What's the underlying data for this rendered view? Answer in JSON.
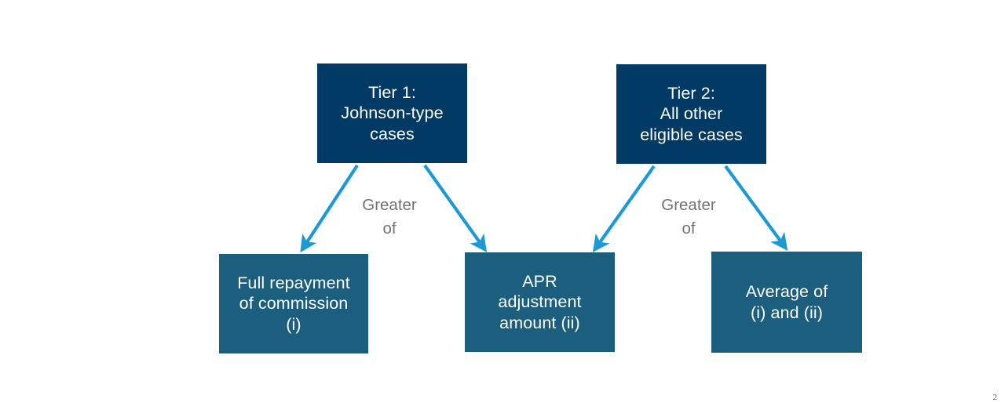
{
  "slide": {
    "page_number": "2",
    "background_color": "#ffffff"
  },
  "colors": {
    "tier_box": "#023A66",
    "outcome_box": "#1B5E7E",
    "arrow": "#1B9AD6",
    "connector_label_text": "#737373",
    "box_text": "#ffffff"
  },
  "diagram": {
    "type": "flow-diagram",
    "tiers": [
      {
        "id": "tier1",
        "label": "Tier 1:\nJohnson-type\ncases",
        "connector_label": "Greater\nof",
        "targets": [
          "full-repayment",
          "apr-adjustment"
        ]
      },
      {
        "id": "tier2",
        "label": "Tier 2:\nAll other\neligible cases",
        "connector_label": "Greater\nof",
        "targets": [
          "apr-adjustment",
          "average"
        ]
      }
    ],
    "outcomes": [
      {
        "id": "full-repayment",
        "label": "Full repayment\nof commission\n(i)"
      },
      {
        "id": "apr-adjustment",
        "label": "APR\nadjustment\namount (ii)"
      },
      {
        "id": "average",
        "label": "Average of\n(i) and (ii)"
      }
    ]
  }
}
